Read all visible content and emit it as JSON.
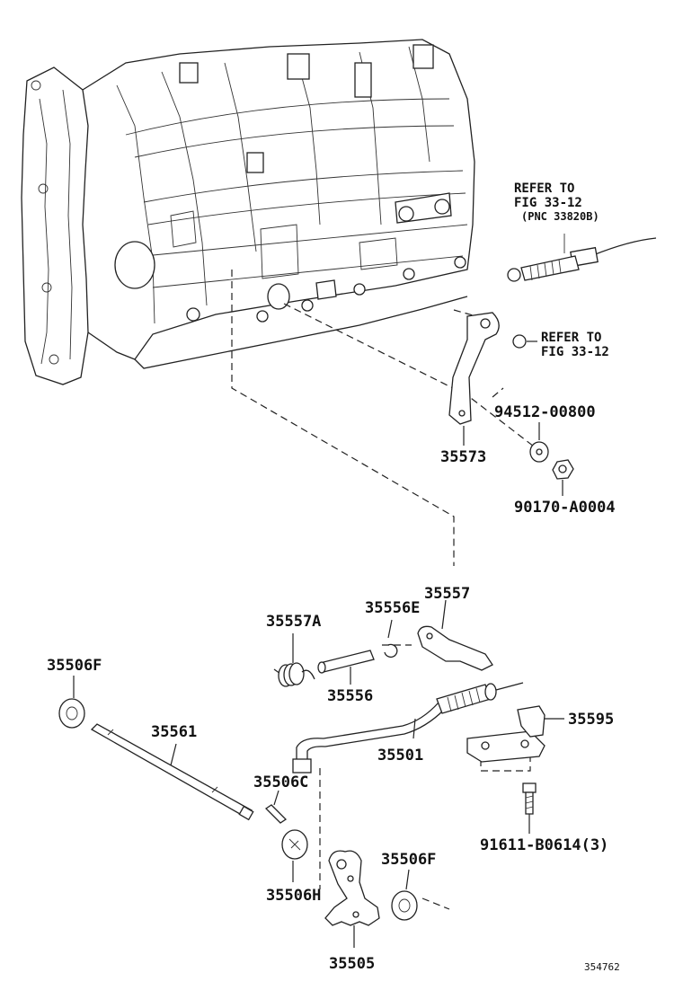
{
  "refs": {
    "cable_ref_line1": "REFER TO",
    "cable_ref_line2": "FIG 33-12",
    "cable_ref_line3": "(PNC 33820B)",
    "bolt_ref_line1": "REFER TO",
    "bolt_ref_line2": "FIG 33-12"
  },
  "parts": {
    "p35573": "35573",
    "p94512": "94512-00800",
    "p90170": "90170-A0004",
    "p35557": "35557",
    "p35557A": "35557A",
    "p35556E": "35556E",
    "p35556": "35556",
    "p35506F_left": "35506F",
    "p35561": "35561",
    "p35501": "35501",
    "p35595": "35595",
    "p35506C": "35506C",
    "p91611": "91611-B0614(3)",
    "p35506H": "35506H",
    "p35506F_right": "35506F",
    "p35505": "35505"
  },
  "figure_id": "354762"
}
